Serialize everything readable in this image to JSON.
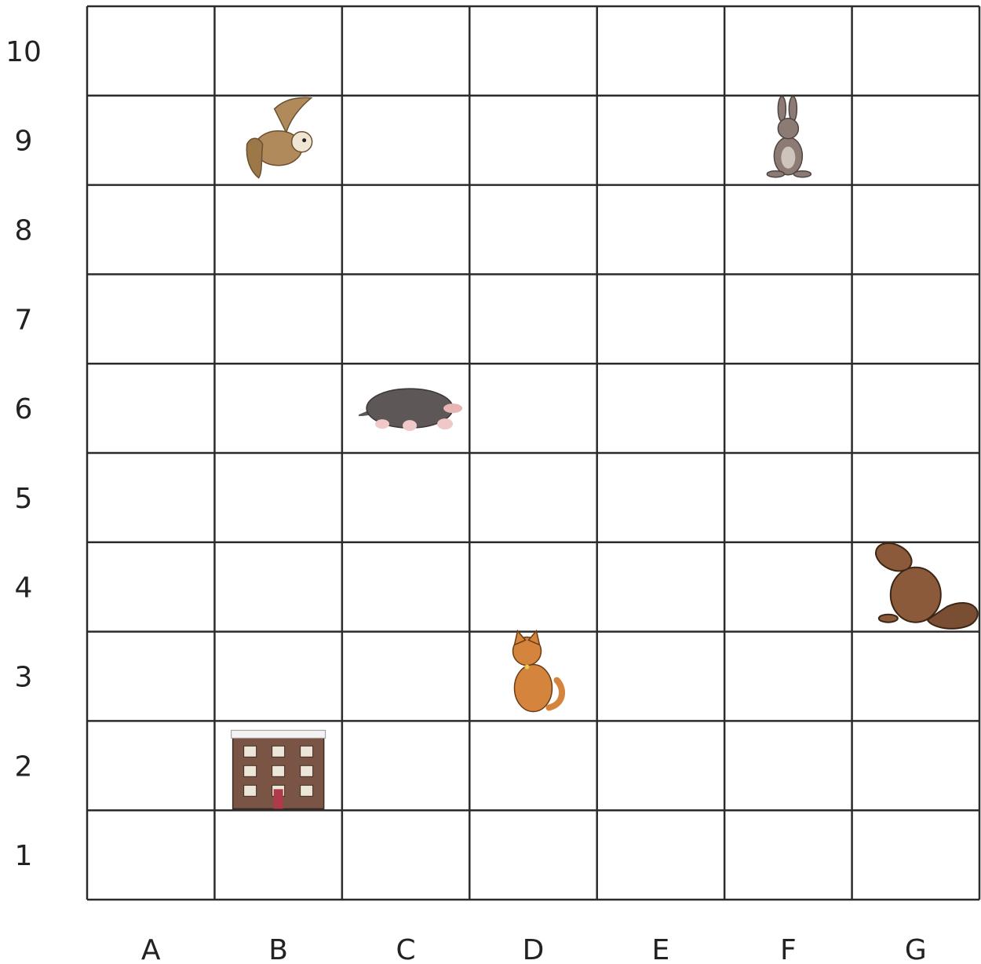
{
  "columns": [
    "A",
    "B",
    "C",
    "D",
    "E",
    "F",
    "G"
  ],
  "rows": [
    "10",
    "9",
    "8",
    "7",
    "6",
    "5",
    "4",
    "3",
    "2",
    "1"
  ],
  "placements": [
    {
      "name": "owl",
      "icon": "owl-icon",
      "col": "B",
      "row": "9"
    },
    {
      "name": "rabbit",
      "icon": "rabbit-icon",
      "col": "F",
      "row": "9"
    },
    {
      "name": "mole",
      "icon": "mole-icon",
      "col": "C",
      "row": "6"
    },
    {
      "name": "squirrel",
      "icon": "squirrel-icon",
      "col": "G",
      "row": "4"
    },
    {
      "name": "cat",
      "icon": "cat-icon",
      "col": "D",
      "row": "3"
    },
    {
      "name": "house",
      "icon": "house-icon",
      "col": "B",
      "row": "2"
    }
  ],
  "colors": {
    "grid_line": "#2b2b2b",
    "owl": "#b08a5a",
    "rabbit": "#8c7b74",
    "mole": "#5e5757",
    "squirrel": "#8a5a3a",
    "cat": "#d4843c",
    "house": "#7a5546"
  }
}
